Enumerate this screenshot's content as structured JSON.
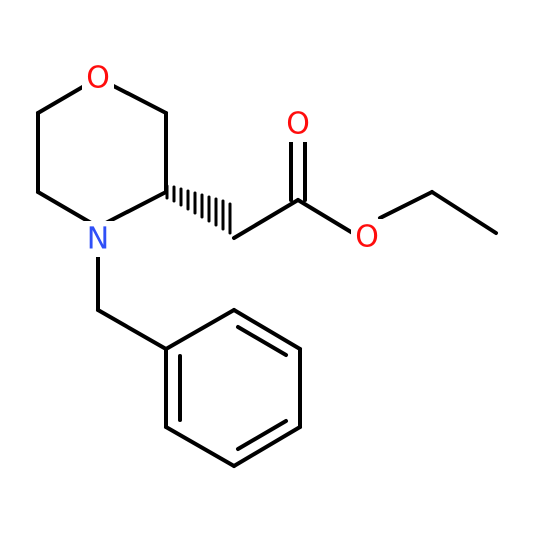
{
  "molecule": {
    "atoms": {
      "ring_oxygen": {
        "symbol": "O",
        "color": "#ff0d0d"
      },
      "ring_nitrogen": {
        "symbol": "N",
        "color": "#3050f8"
      },
      "carbonyl_oxygen": {
        "symbol": "O",
        "color": "#ff0d0d"
      },
      "ester_oxygen": {
        "symbol": "O",
        "color": "#ff0d0d"
      }
    },
    "bond_color": "#000000",
    "background": "#ffffff"
  }
}
